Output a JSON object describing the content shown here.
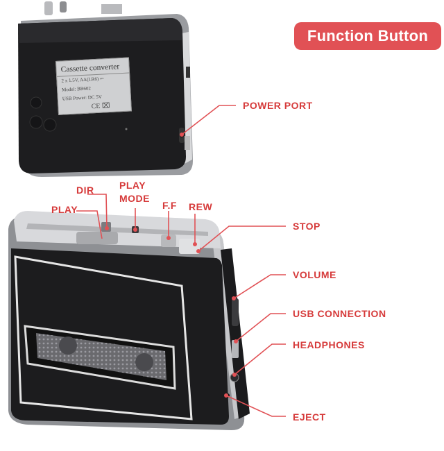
{
  "header": {
    "badge": "Function Button"
  },
  "sticker": {
    "title": "Cassette converter",
    "line1": "2 x 1.5V, AA(LR6) ⎓",
    "line2": "Model: BB602",
    "line3": "USB Power: DC 5V",
    "marks": "CE ⌧"
  },
  "labels": {
    "power_port": "POWER PORT",
    "dir": "DIR",
    "play_mode": "PLAY\nMODE",
    "play": "PLAY",
    "ff": "F.F",
    "rew": "REW",
    "stop": "STOP",
    "volume": "VOLUME",
    "usb_connection": "USB CONNECTION",
    "headphones": "HEADPHONES",
    "eject": "EJECT"
  },
  "colors": {
    "accent": "#e15155",
    "label_red": "#d63a3a",
    "device_black": "#1b1b1d",
    "chrome": "#c8c9cc"
  },
  "icons": [
    "power-icon",
    "ce-mark-icon",
    "bin-icon"
  ]
}
